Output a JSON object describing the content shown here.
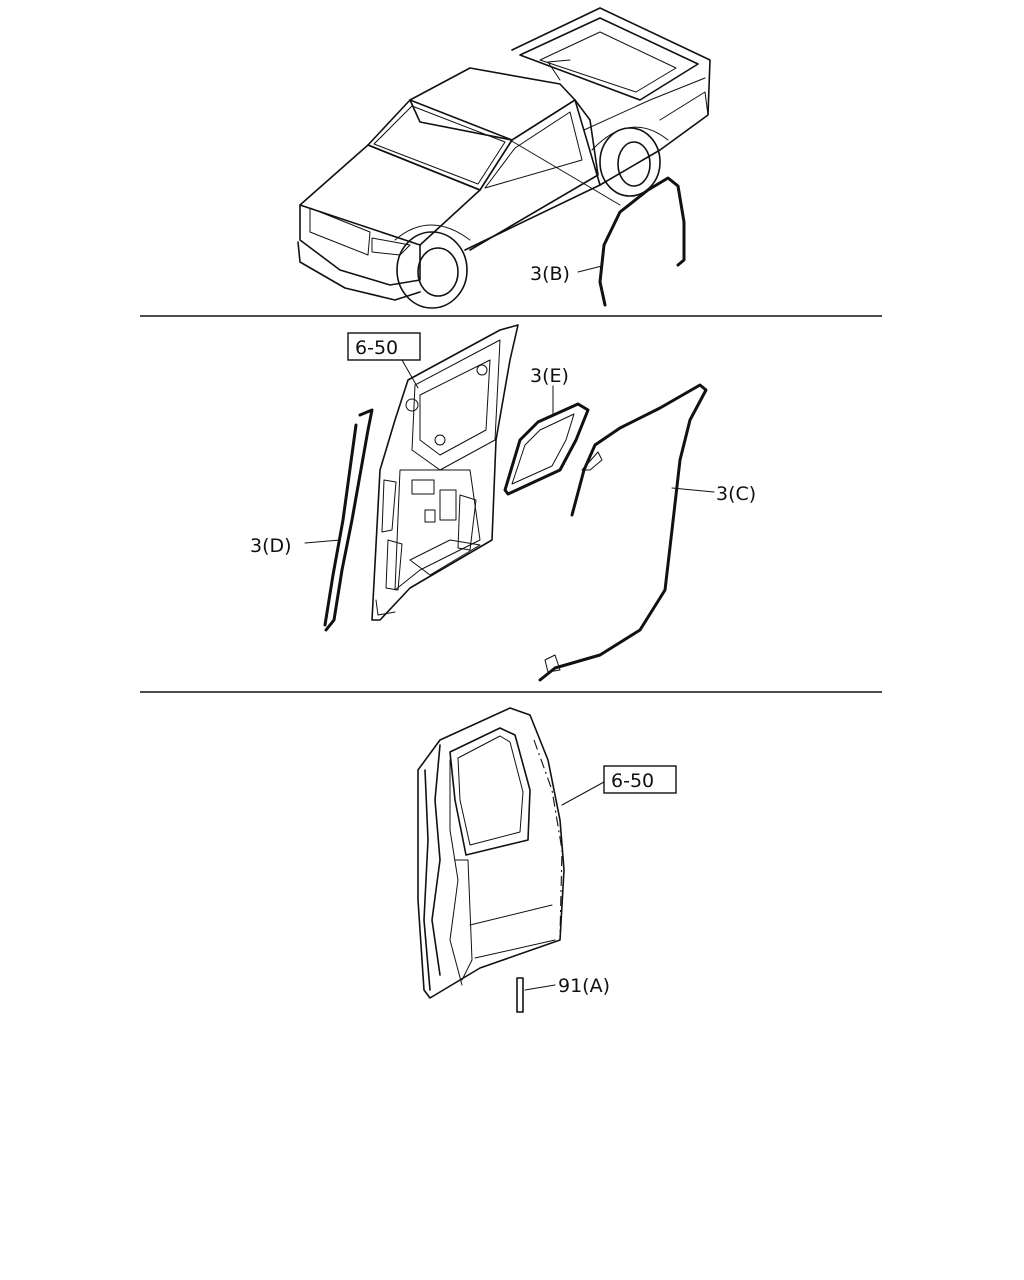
{
  "callouts": {
    "part_3b": "3(B)",
    "part_3c": "3(C)",
    "part_3d": "3(D)",
    "part_3e": "3(E)",
    "part_91a": "91(A)",
    "ref_mid": "6-50",
    "ref_bottom": "6-50"
  }
}
